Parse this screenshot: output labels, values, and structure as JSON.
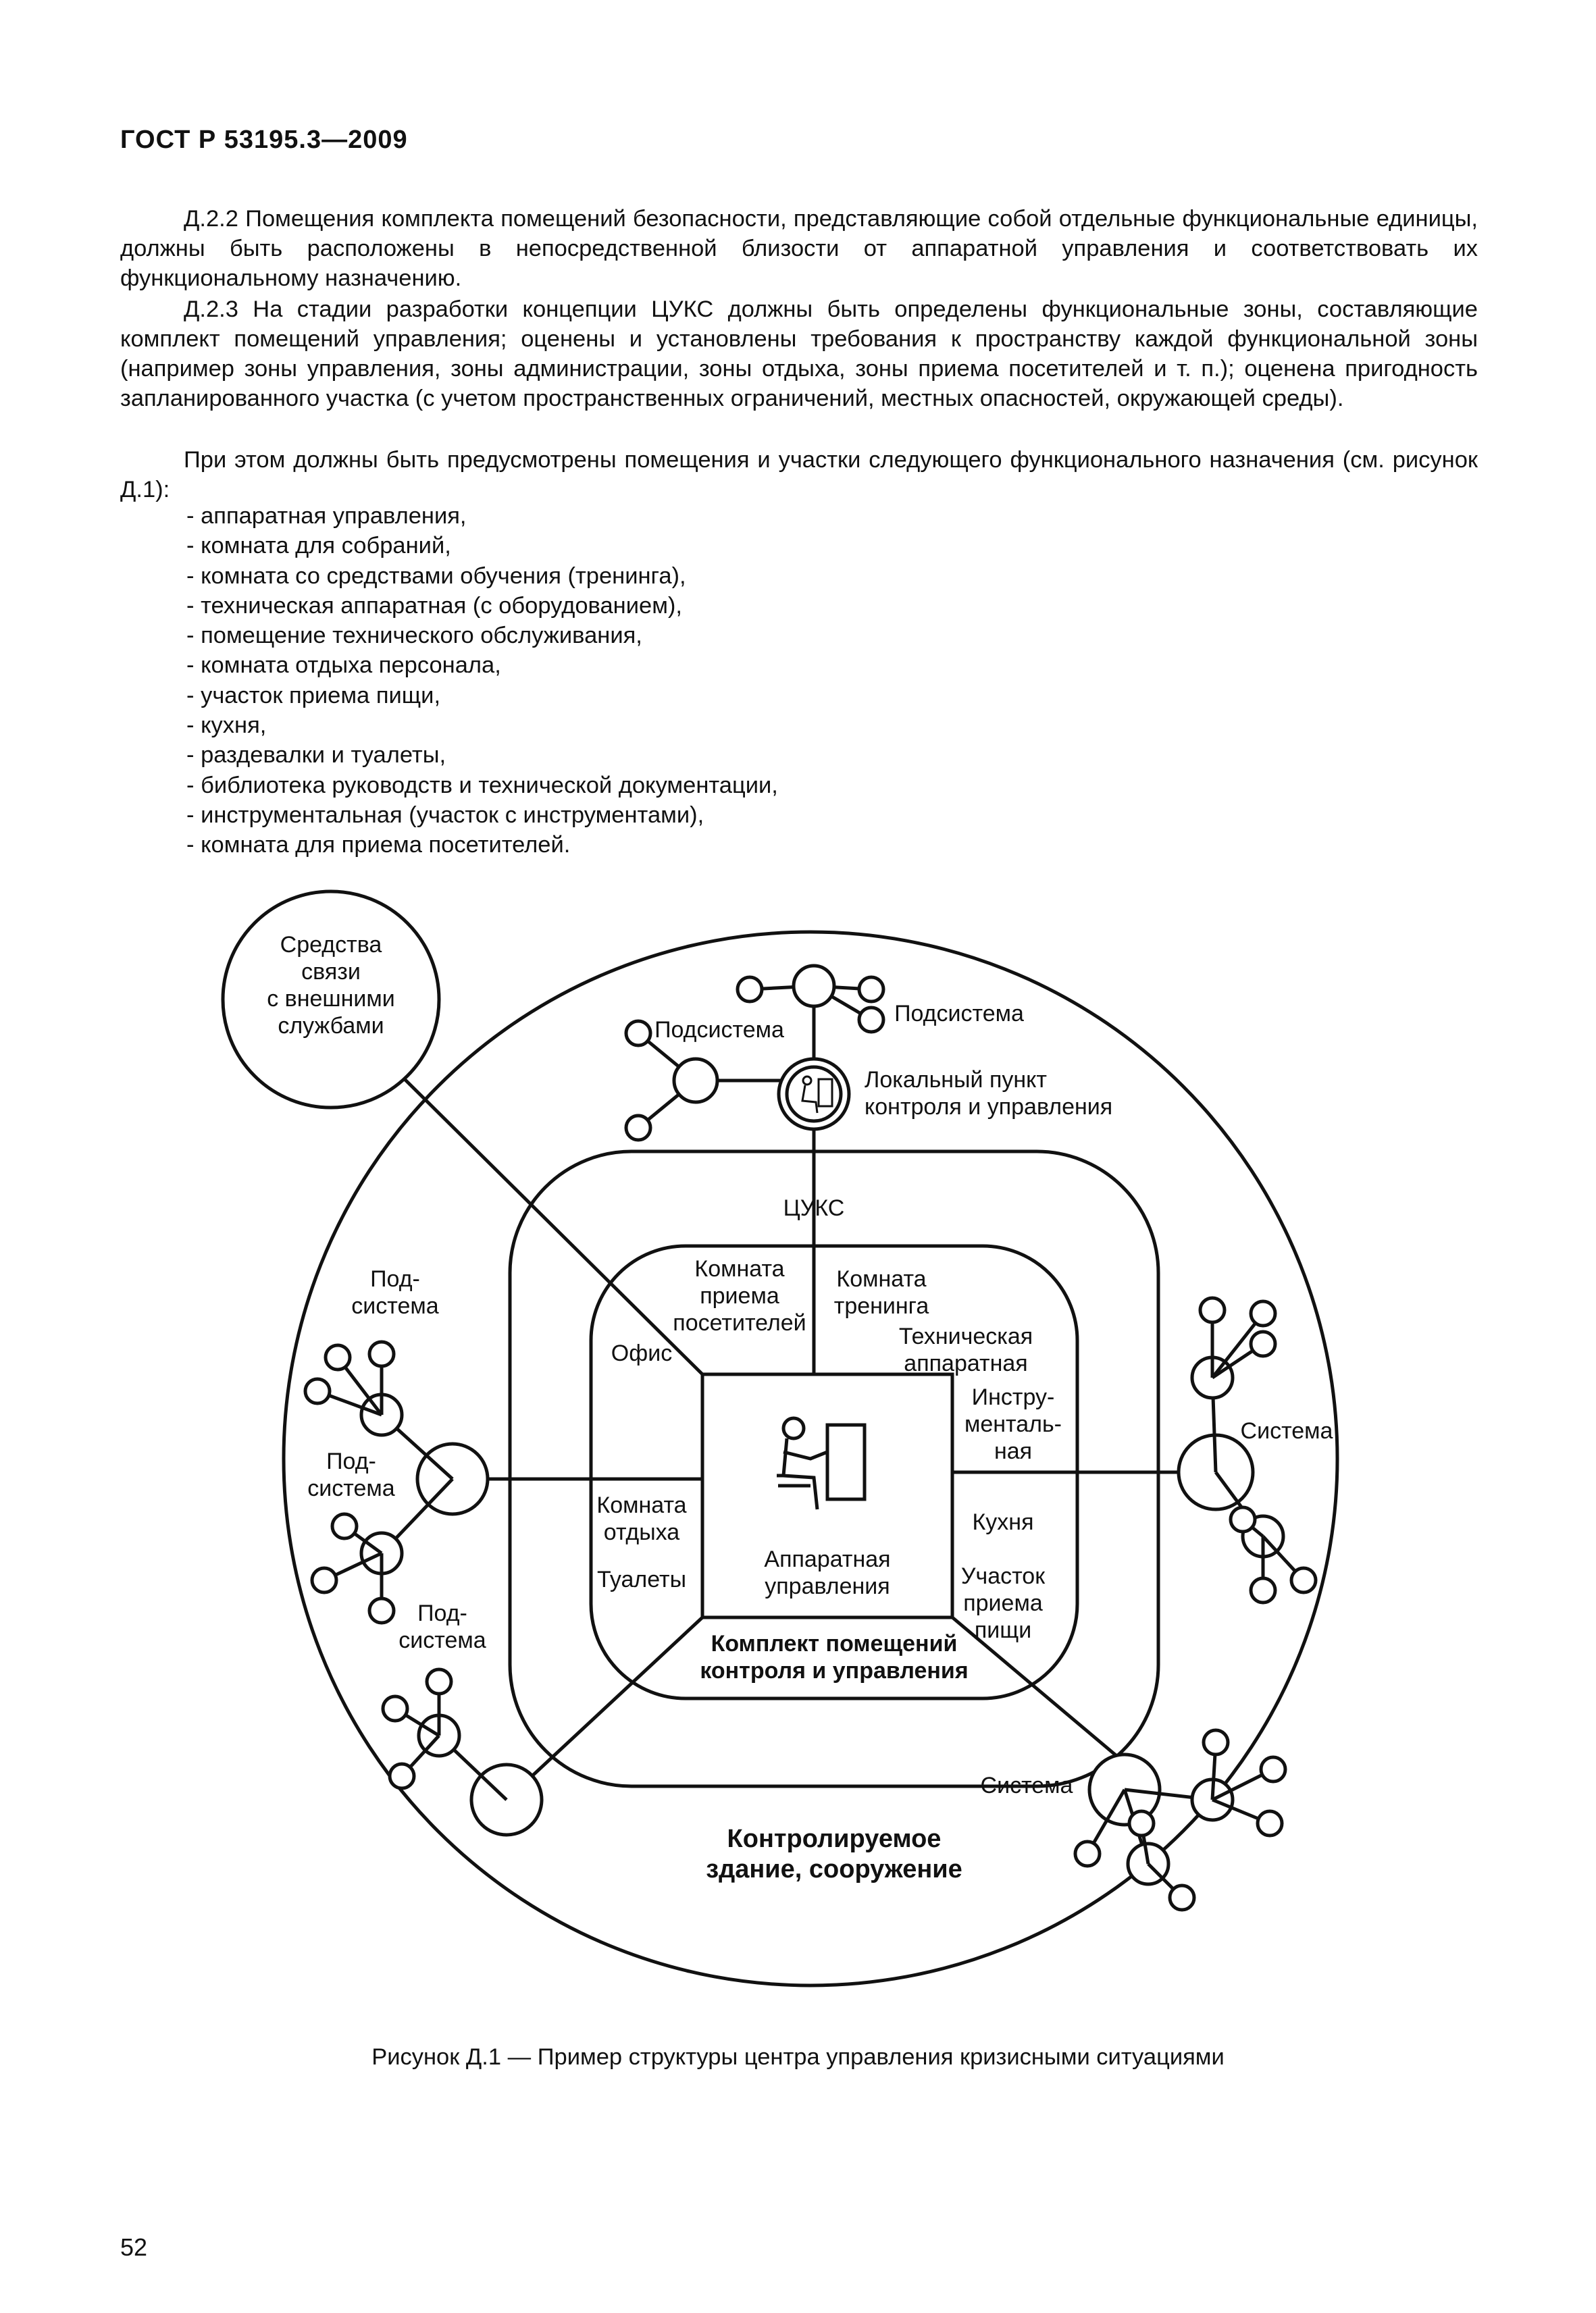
{
  "header": "ГОСТ Р 53195.3—2009",
  "paragraphs": {
    "p1": "Д.2.2 Помещения комплекта помещений безопасности, представляющие собой отдельные функциональные единицы, должны быть расположены в непосредственной близости от аппаратной управления и соответствовать их функциональному назначению.",
    "p2": "Д.2.3 На стадии разработки концепции ЦУКС должны быть определены функциональные зоны, составляющие комплект помещений управления; оценены и установлены требования к пространству каждой функциональной зоны (например зоны управления, зоны администрации, зоны отдыха, зоны приема посетителей и т. п.); оценена пригодность запланированного участка (с учетом пространственных ограничений, местных опасностей, окружающей среды).",
    "p3": "При этом должны быть предусмотрены помещения и участки следующего функционального назначения (см. рисунок Д.1):"
  },
  "list": [
    "- аппаратная управления,",
    "- комната для собраний,",
    "- комната со средствами обучения (тренинга),",
    "- техническая аппаратная (с оборудованием),",
    "- помещение технического обслуживания,",
    "- комната отдыха персонала,",
    "- участок приема пищи,",
    "- кухня,",
    "- раздевалки и туалеты,",
    "- библиотека руководств и технической документации,",
    "- инструментальная (участок с инструментами),",
    "- комната для приема посетителей."
  ],
  "diagram": {
    "comms": [
      "Средства",
      "связи",
      "с внешними",
      "службами"
    ],
    "subsystem_top_left": "Подсистема",
    "subsystem_top_right": "Подсистема",
    "local_point": [
      "Локальный пункт",
      "контроля и управления"
    ],
    "cuks": "ЦУКС",
    "reception": [
      "Комната",
      "приема",
      "посетителей"
    ],
    "training": [
      "Комната",
      "тренинга"
    ],
    "tech_room": [
      "Техническая",
      "аппаратная"
    ],
    "office": "Офис",
    "instrumental": [
      "Инстру-",
      "менталь-",
      "ная"
    ],
    "rest_room": [
      "Комната",
      "отдыха"
    ],
    "toilets": "Туалеты",
    "kitchen": "Кухня",
    "meal_area": [
      "Участок",
      "приема",
      "пищи"
    ],
    "control_room": [
      "Аппаратная",
      "управления"
    ],
    "complex": [
      "Комплект помещений",
      "контроля и управления"
    ],
    "left_sub_1": [
      "Под-",
      "система"
    ],
    "left_sub_2": [
      "Под-",
      "система"
    ],
    "left_sub_3": [
      "Под-",
      "система"
    ],
    "system_right": "Система",
    "system_bottom": "Система",
    "building": [
      "Контролируемое",
      "здание, сооружение"
    ]
  },
  "caption": "Рисунок Д.1 — Пример структуры центра управления кризисными ситуациями",
  "page_number": "52"
}
